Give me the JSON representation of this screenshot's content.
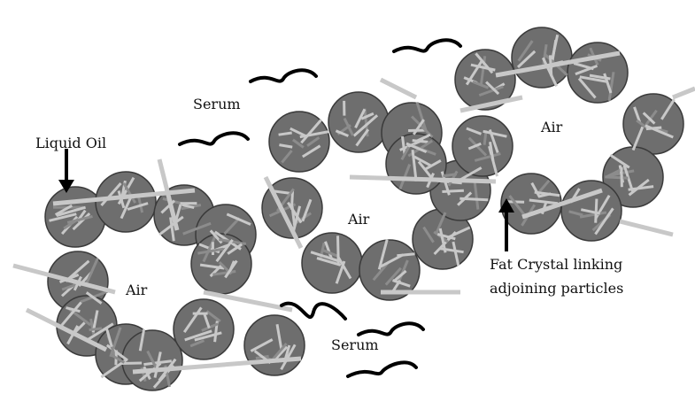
{
  "labels": {
    "liquid_oil": "Liquid Oil",
    "serum_top": "Serum",
    "serum_bottom": "Serum",
    "air_left": "Air",
    "air_middle": "Air",
    "air_right": "Air",
    "fat_crystal_line1": "Fat Crystal linking",
    "fat_crystal_line2": "adjoining particles"
  },
  "colors": {
    "droplet_fill": "#6e6e6e",
    "droplet_edge": "#3a3a3a",
    "crystal_light": "#c8c8c8",
    "crystal_dark": "#8c8c8c",
    "serum_wave": "#000000",
    "arrow": "#000000"
  }
}
